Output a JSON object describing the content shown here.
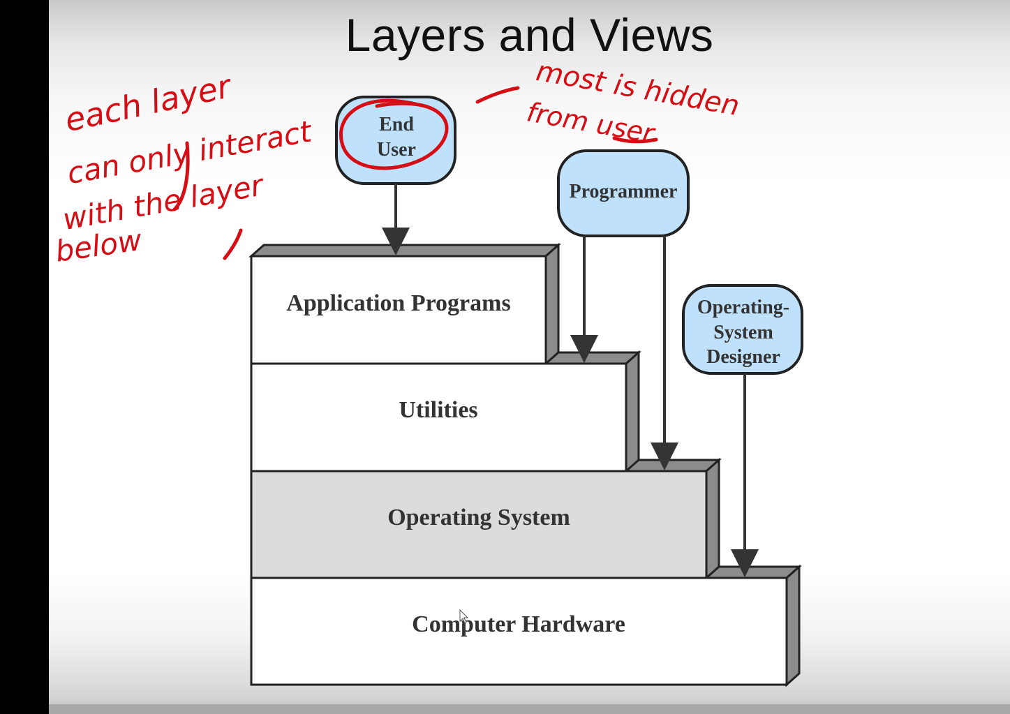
{
  "slide": {
    "title": "Layers and Views"
  },
  "layers": [
    {
      "id": "application-programs",
      "label": "Application Programs",
      "fill": "#ffffff"
    },
    {
      "id": "utilities",
      "label": "Utilities",
      "fill": "#ffffff"
    },
    {
      "id": "operating-system",
      "label": "Operating System",
      "fill": "#dcdcdc"
    },
    {
      "id": "computer-hardware",
      "label": "Computer Hardware",
      "fill": "#ffffff"
    }
  ],
  "actors": {
    "end_user": {
      "line1": "End",
      "line2": "User"
    },
    "programmer": {
      "label": "Programmer"
    },
    "os_designer": {
      "line1": "Operating-",
      "line2": "System",
      "line3": "Designer"
    }
  },
  "annotations": {
    "left_note": [
      "each layer",
      "can only interact",
      "with the layer",
      "below"
    ],
    "right_note": [
      "most is hidden",
      "from user"
    ]
  },
  "colors": {
    "actor_fill": "#bfe1fb",
    "ink": "#d50d14",
    "ledge": "#8c8c8c"
  },
  "icons": {
    "cursor": "mouse-pointer-icon"
  }
}
